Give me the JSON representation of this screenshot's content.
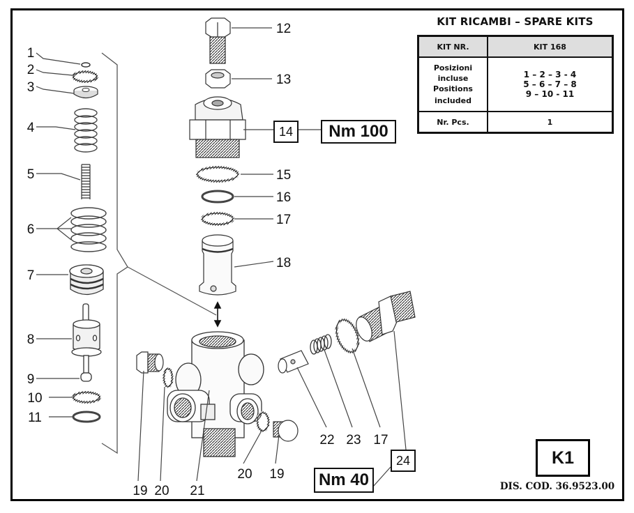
{
  "document": {
    "kit_table": {
      "title": "KIT RICAMBI – SPARE KITS",
      "header": {
        "col1": "KIT NR.",
        "col2": "KIT 168"
      },
      "positions_label": [
        "Posizioni",
        "incluse",
        "Positions",
        "included"
      ],
      "positions_values": [
        "1 – 2 – 3 - 4",
        "5 – 6 – 7 – 8",
        "9 – 10 - 11"
      ],
      "pieces_label": "Nr. Pcs.",
      "pieces_value": "1"
    },
    "sheet_id": "K1",
    "drawing_code": "DIS. COD. 36.9523.00",
    "torque_callouts": [
      {
        "part": "14",
        "torque": "Nm 100"
      },
      {
        "part": "24",
        "torque": "Nm 40"
      }
    ],
    "part_labels": {
      "p1": "1",
      "p2": "2",
      "p3": "3",
      "p4": "4",
      "p5": "5",
      "p6": "6",
      "p7": "7",
      "p8": "8",
      "p9": "9",
      "p10": "10",
      "p11": "11",
      "p12": "12",
      "p13": "13",
      "p15": "15",
      "p16": "16",
      "p17a": "17",
      "p18": "18",
      "p19a": "19",
      "p20a": "20",
      "p21": "21",
      "p20b": "20",
      "p19b": "19",
      "p22": "22",
      "p23": "23",
      "p17b": "17"
    },
    "colors": {
      "ink": "#111111",
      "part_line": "#555555",
      "header_fill": "#dedede",
      "background": "#ffffff"
    }
  }
}
